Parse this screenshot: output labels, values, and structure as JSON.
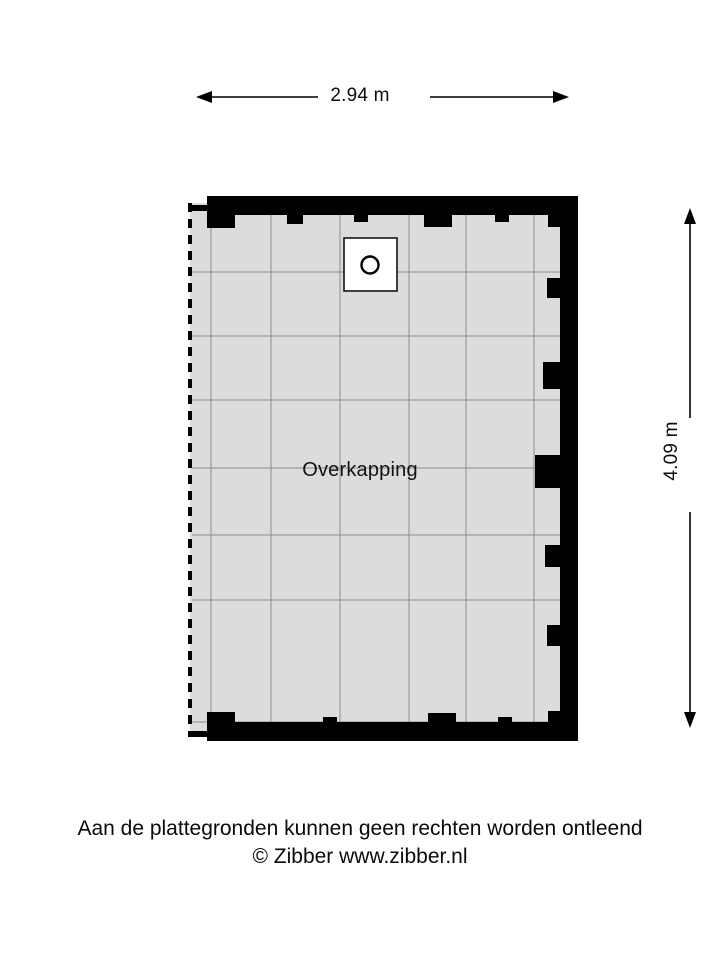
{
  "plan": {
    "room_label": "Overkapping",
    "floor_fill": "#dcdcdc",
    "wall_color": "#000000",
    "grid_line_color": "#8c8c8c",
    "open_side_style": "dashed"
  },
  "dimensions": {
    "width_label": "2.94 m",
    "height_label": "4.09 m",
    "width_value": 2.94,
    "height_value": 4.09,
    "unit": "m"
  },
  "fixtures": [
    {
      "name": "drain-fixture",
      "symbol": "circle",
      "label": ""
    }
  ],
  "footer": {
    "disclaimer": "Aan de plattegronden kunnen geen rechten worden ontleend",
    "copyright": "© Zibber www.zibber.nl"
  }
}
